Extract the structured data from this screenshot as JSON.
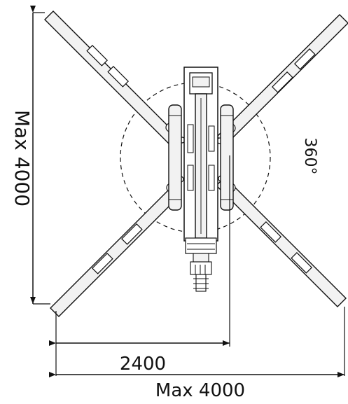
{
  "diagram": {
    "labels": {
      "height": "Max 4000",
      "rotation": "360°",
      "inner_width": "2400",
      "outer_width": "Max 4000"
    },
    "colors": {
      "line": "#111111",
      "background": "#ffffff",
      "fill_light": "#f2f2f2"
    }
  }
}
